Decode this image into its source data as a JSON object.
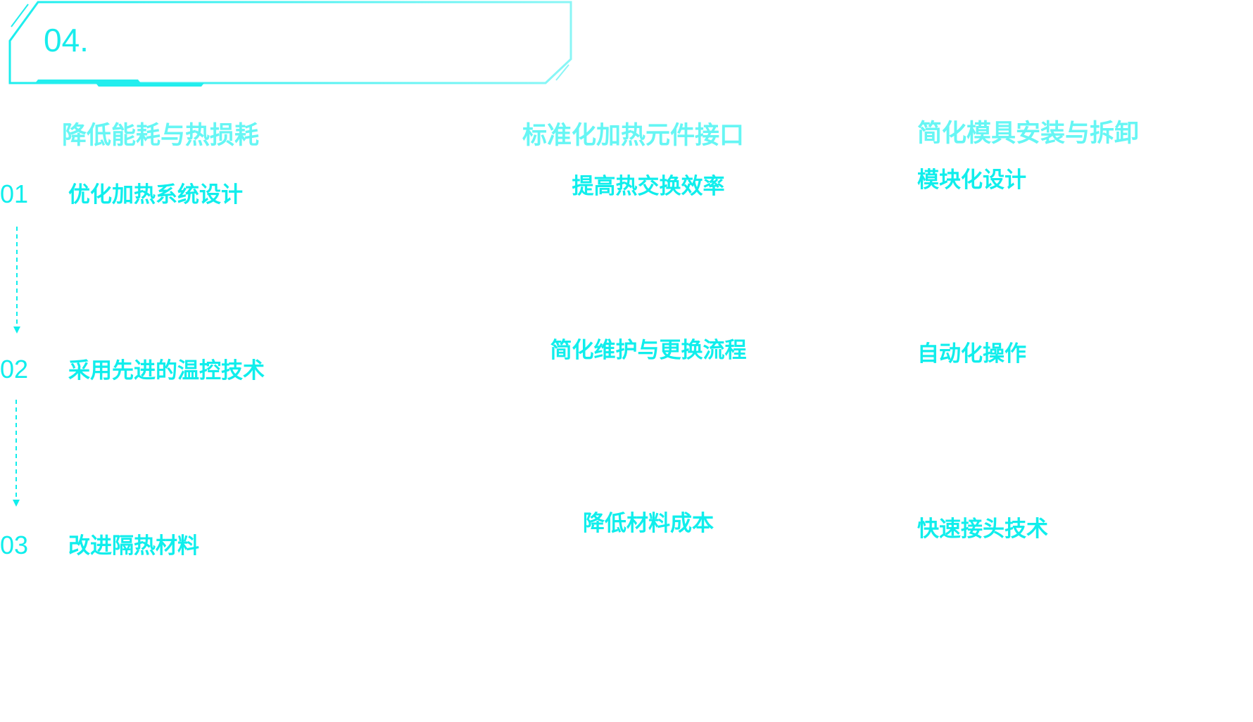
{
  "section_number": "04.",
  "columns": [
    {
      "heading": "降低能耗与热损耗",
      "steps": [
        {
          "number": "01",
          "label": "优化加热系统设计"
        },
        {
          "number": "02",
          "label": "采用先进的温控技术"
        },
        {
          "number": "03",
          "label": "改进隔热材料"
        }
      ]
    },
    {
      "heading": "标准化加热元件接口",
      "items": [
        "提高热交换效率",
        "简化维护与更换流程",
        "降低材料成本"
      ]
    },
    {
      "heading": "简化模具安装与拆卸",
      "items": [
        "模块化设计",
        "自动化操作",
        "快速接头技术"
      ]
    }
  ],
  "colors": {
    "frame": "#22eeee",
    "heading": "#66f6f4",
    "item": "#10eeec"
  }
}
